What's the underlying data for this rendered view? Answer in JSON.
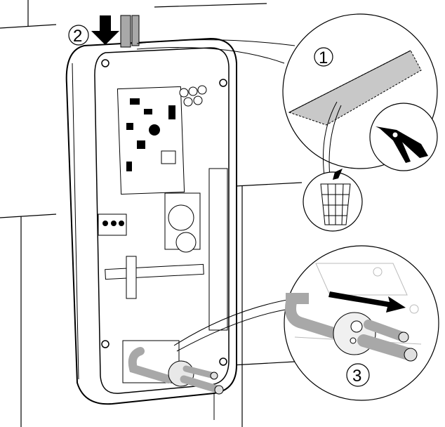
{
  "diagram": {
    "title": "",
    "steps": [
      {
        "number": "1",
        "description": "Cut out the knock-out panel in the housing top"
      },
      {
        "number": "2",
        "description": "Insert cable from top"
      },
      {
        "number": "3",
        "description": "Insert cable through grommet from bottom"
      }
    ],
    "icons": [
      "down-arrow-icon",
      "side-cutter-pliers-icon",
      "waste-bin-icon",
      "insertion-arrow-icon"
    ],
    "colors": {
      "line": "#000000",
      "fill_gray": "#a8a8a8",
      "light_gray": "#c8c8c8",
      "background": "#ffffff"
    }
  }
}
